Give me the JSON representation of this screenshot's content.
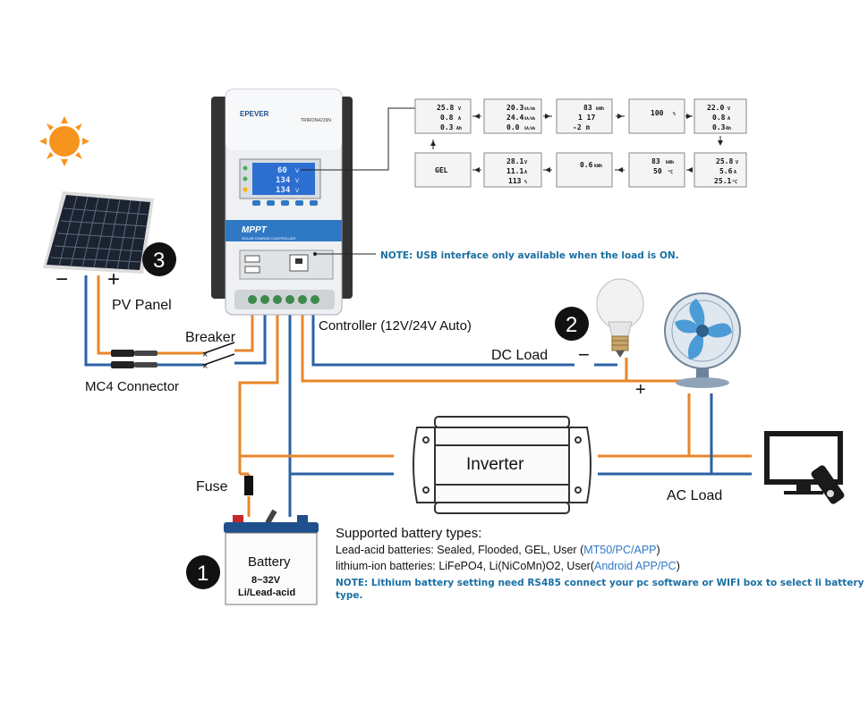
{
  "labels": {
    "pv_panel": "PV Panel",
    "pv_minus": "−",
    "pv_plus": "+",
    "breaker": "Breaker",
    "mc4": "MC4 Connector",
    "controller": "Controller (12V/24V Auto)",
    "dc_load": "DC Load",
    "dc_minus": "−",
    "dc_plus": "+",
    "inverter": "Inverter",
    "ac_load": "AC Load",
    "fuse": "Fuse",
    "battery_title": "Battery",
    "battery_voltage": "8~32V",
    "battery_chem": "Li/Lead-acid"
  },
  "badges": {
    "one": "1",
    "two": "2",
    "three": "3"
  },
  "controller_device": {
    "brand": "EPEVER",
    "model": "TRIRON4215N",
    "mppt": "MPPT",
    "subtitle": "SOLAR CHARGE CONTROLLER",
    "lcd_lines": [
      "60",
      "134",
      "134"
    ],
    "lcd_units": [
      "V",
      "V",
      "V"
    ]
  },
  "usb_note": "NOTE: USB interface only available when the load is ON.",
  "battery_info": {
    "heading": "Supported battery types:",
    "lead_prefix": "Lead-acid batteries: Sealed, Flooded, GEL, User (",
    "lead_link": "MT50/PC/APP",
    "lead_suffix": ")",
    "li_prefix": "lithium-ion batteries: LiFePO4, Li(NiCoMn)O2, User(",
    "li_link": "Android APP/PC",
    "li_suffix": ")",
    "note_line1": "NOTE: Lithium battery setting need RS485 connect your pc software or WIFI box to select li battery",
    "note_line2": "type."
  },
  "screens": [
    {
      "l1": "25.8",
      "u1": "V",
      "l2": "0.8",
      "u2": "A",
      "l3": "0.3",
      "u3": "Ah"
    },
    {
      "l1": "20.3",
      "u1": "VA/Wh",
      "l2": "24.4",
      "u2": "VA/Wh",
      "l3": "0.0",
      "u3": "VA/Wh"
    },
    {
      "l1": "83",
      "u1": "kWh",
      "l2": "1 17",
      "u2": "",
      "l3": "-2 n",
      "u3": ""
    },
    {
      "l1": "100",
      "u1": "%",
      "l2": "",
      "u2": "",
      "l3": "",
      "u3": ""
    },
    {
      "l1": "22.0",
      "u1": "V",
      "l2": "0.8",
      "u2": "A",
      "l3": "0.3",
      "u3": "Ah"
    },
    {
      "l1": "GEL",
      "u1": "",
      "l2": "",
      "u2": "",
      "l3": "",
      "u3": ""
    },
    {
      "l1": "28.1",
      "u1": "V",
      "l2": "11.1",
      "u2": "A",
      "l3": "113",
      "u3": "%"
    },
    {
      "l1": "0.6",
      "u1": "kWh",
      "l2": "",
      "u2": "",
      "l3": "",
      "u3": ""
    },
    {
      "l1": "83",
      "u1": "kWh",
      "l2": "50",
      "u2": "°C",
      "l3": "",
      "u3": ""
    },
    {
      "l1": "25.8",
      "u1": "V",
      "l2": "5.6",
      "u2": "A",
      "l3": "25.1",
      "u3": "°C"
    }
  ],
  "colors": {
    "positive_wire": "#e8862a",
    "negative_wire": "#2a62a4",
    "mppt_band": "#2f78c4",
    "note_blue": "#1a6fa3",
    "sun": "#f7941d"
  }
}
